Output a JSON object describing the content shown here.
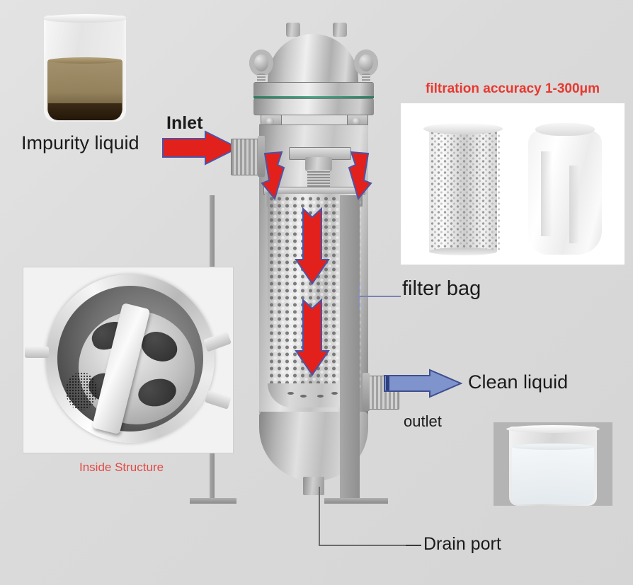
{
  "diagram": {
    "title": "Bag filter housing flow diagram",
    "background_color": "#d9d9d9"
  },
  "labels": {
    "impurity_liquid": "Impurity liquid",
    "inlet": "Inlet",
    "filtration_accuracy": "filtration accuracy 1-300μm",
    "filter_bag": "filter bag",
    "clean_liquid": "Clean liquid",
    "outlet": "outlet",
    "drain_port": "Drain port",
    "inside_structure": "Inside Structure"
  },
  "colors": {
    "flow_in_arrow": "#e2211c",
    "flow_out_arrow": "#6b82c4",
    "accuracy_text": "#e8382f",
    "inside_structure_text": "#e04b46",
    "gasket": "#3a8d6c",
    "metal_light": "#e6e6e6",
    "metal_dark": "#8d8d8d"
  },
  "photos": {
    "dirty_beaker": "beaker-of-murky-brown-liquid",
    "clean_beaker": "beaker-of-clear-liquid",
    "filter_elements": "perforated-basket-and-white-filter-bag",
    "inside_structure": "top-view-of-housing-basket-seat"
  },
  "flow": {
    "inlet_arrow": "red-arrow-right",
    "diverter_arrows": "two-red-diagonal-arrows",
    "downflow_arrows": "two-red-down-arrows",
    "outlet_arrow": "blue-arrow-right"
  }
}
